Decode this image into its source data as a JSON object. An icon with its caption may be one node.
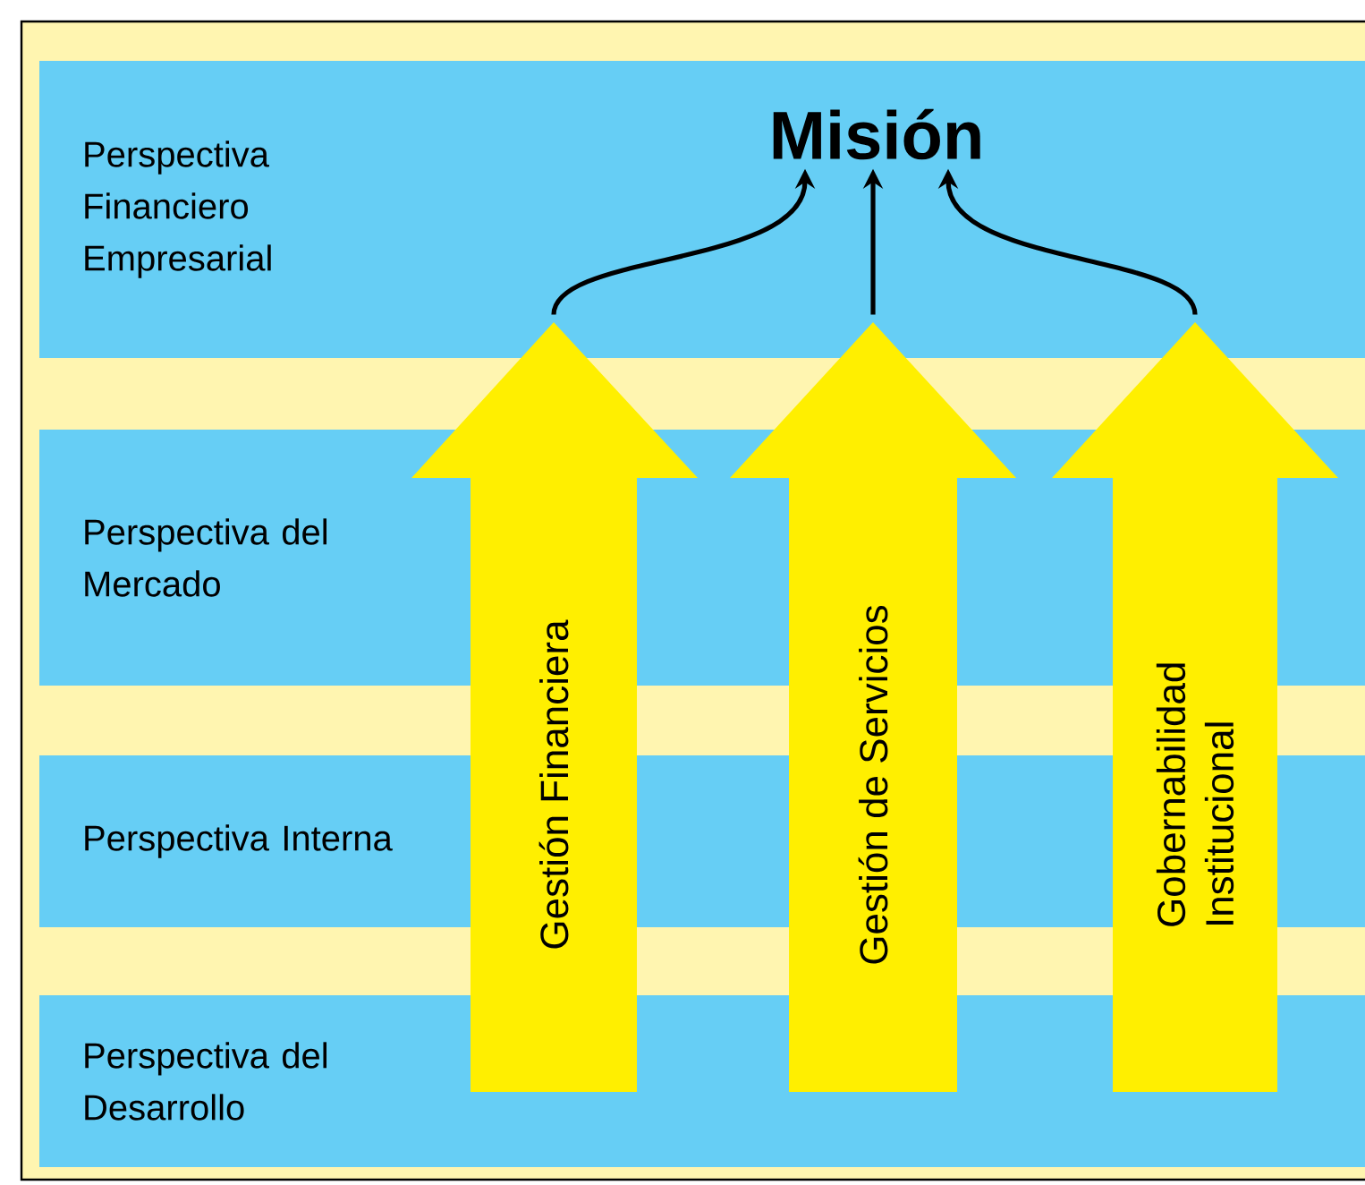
{
  "diagram": {
    "nodes": [
      {
        "text": [
          "Perspectiva Financiero Empresarial"
        ]
      },
      {
        "text": [
          "Perspectiva del Mercado"
        ]
      },
      {
        "text": [
          "Perspectiva Interna"
        ]
      },
      {
        "text": [
          "Perspectiva del Desarrollo"
        ]
      },
      {
        "text": [
          "Misión"
        ],
        "in": 0
      },
      {
        "text": [
          "Gestión Financiera"
        ]
      },
      {
        "text": [
          "Gestión de Servicios"
        ]
      },
      {
        "text": [
          "Gobernabilidad Institucional"
        ]
      }
    ],
    "edges": [
      {
        "from": 5,
        "to": 4,
        "arrow": "to"
      },
      {
        "from": 6,
        "to": 4,
        "arrow": "to"
      },
      {
        "from": 7,
        "to": 4,
        "arrow": "to"
      }
    ]
  }
}
